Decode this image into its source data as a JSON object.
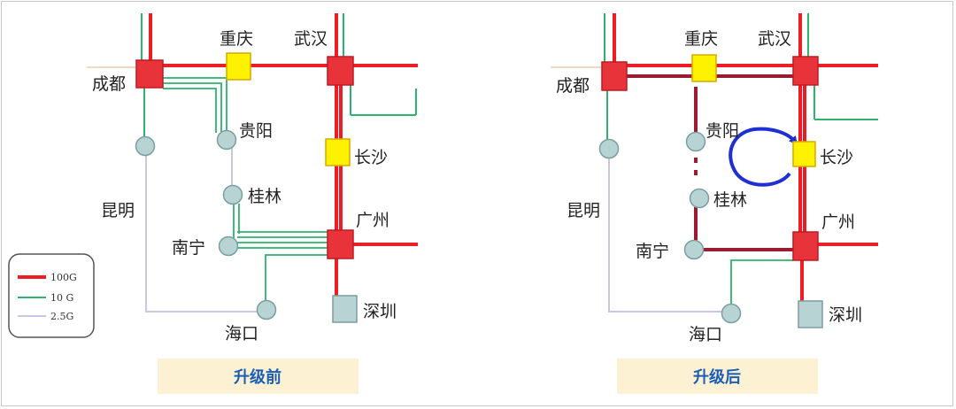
{
  "cities": {
    "chengdu": "成都",
    "chongqing": "重庆",
    "wuhan": "武汉",
    "guiyang": "贵阳",
    "changsha": "长沙",
    "kunming": "昆明",
    "guilin": "桂林",
    "guangzhou": "广州",
    "nanning": "南宁",
    "shenzhen": "深圳",
    "haikou": "海口"
  },
  "legend": {
    "l100": "100G",
    "l10": "10 G",
    "l25": "2.5G"
  },
  "captions": {
    "before": "升级前",
    "after": "升级后"
  },
  "colors": {
    "link_100g": "#ee1c25",
    "link_10g": "#2db36b",
    "link_25g": "#c9c6e6",
    "upgraded_link": "#9b1b30",
    "core_node": "#e8333a",
    "aggregation_node": "#fff200",
    "access_node": "#b7d3d3",
    "loop_arrow": "#1f2fd6",
    "caption_bg": "#fdf1d3",
    "caption_text": "#1a5fb4"
  }
}
